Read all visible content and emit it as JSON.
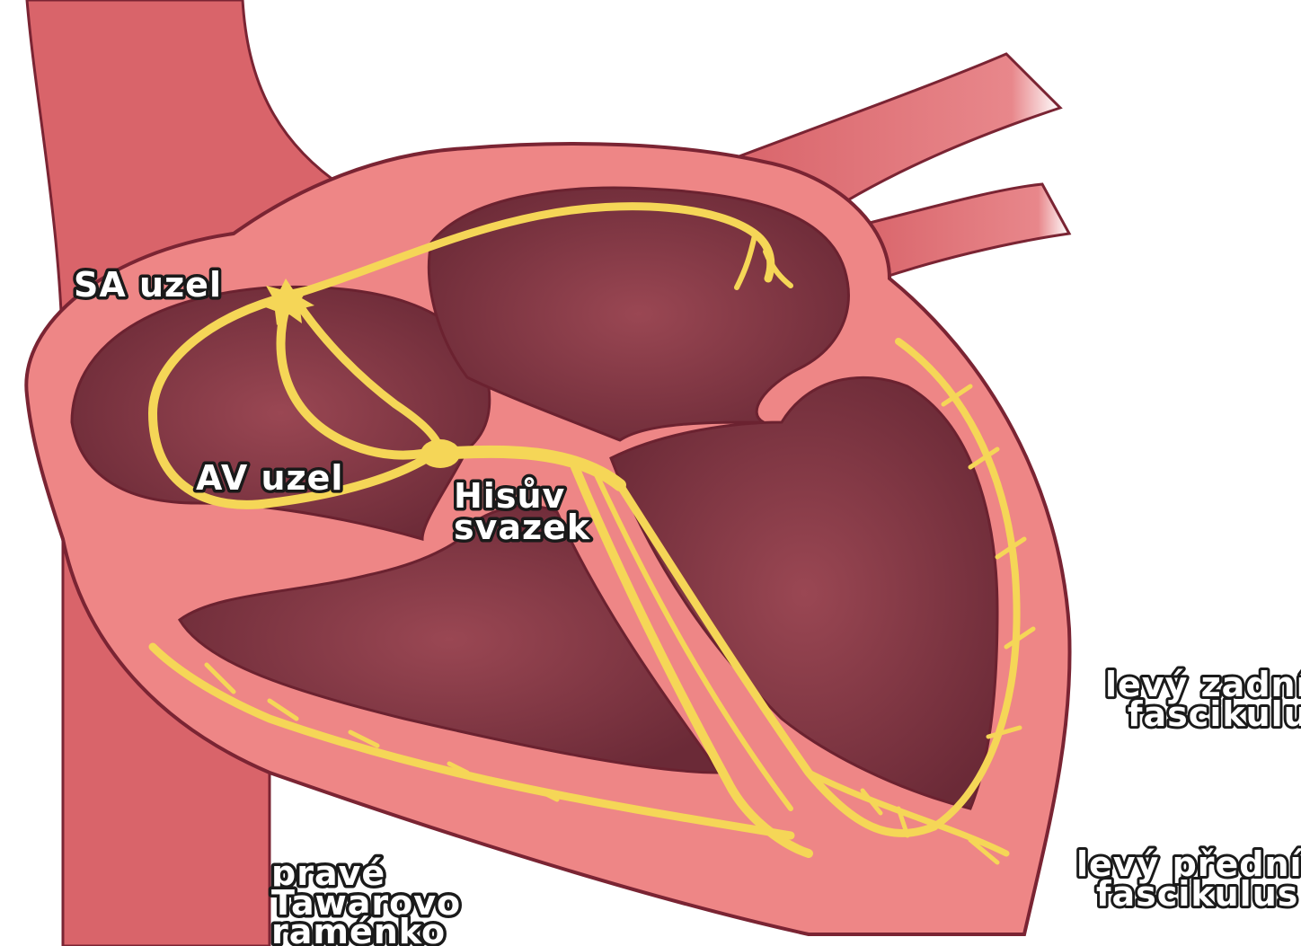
{
  "labels": {
    "sa_node": "SA uzel",
    "av_node": "AV uzel",
    "his_bundle_line1": "Hisův",
    "his_bundle_line2": "svazek",
    "left_posterior_line1": "levý zadní",
    "left_posterior_line2": "fascikulus",
    "left_anterior_line1": "levý přední",
    "left_anterior_line2": "fascikulus",
    "right_bundle_line1": "pravé",
    "right_bundle_line2": "Tawarovo",
    "right_bundle_line3": "raménko"
  },
  "colors": {
    "vessel": "#d9656b",
    "heart_wall": "#ef8a8a",
    "chamber": "#8c3e4a",
    "chamber_dark": "#6e2b38",
    "outline": "#7a2433",
    "conduction": "#f6d65a"
  }
}
